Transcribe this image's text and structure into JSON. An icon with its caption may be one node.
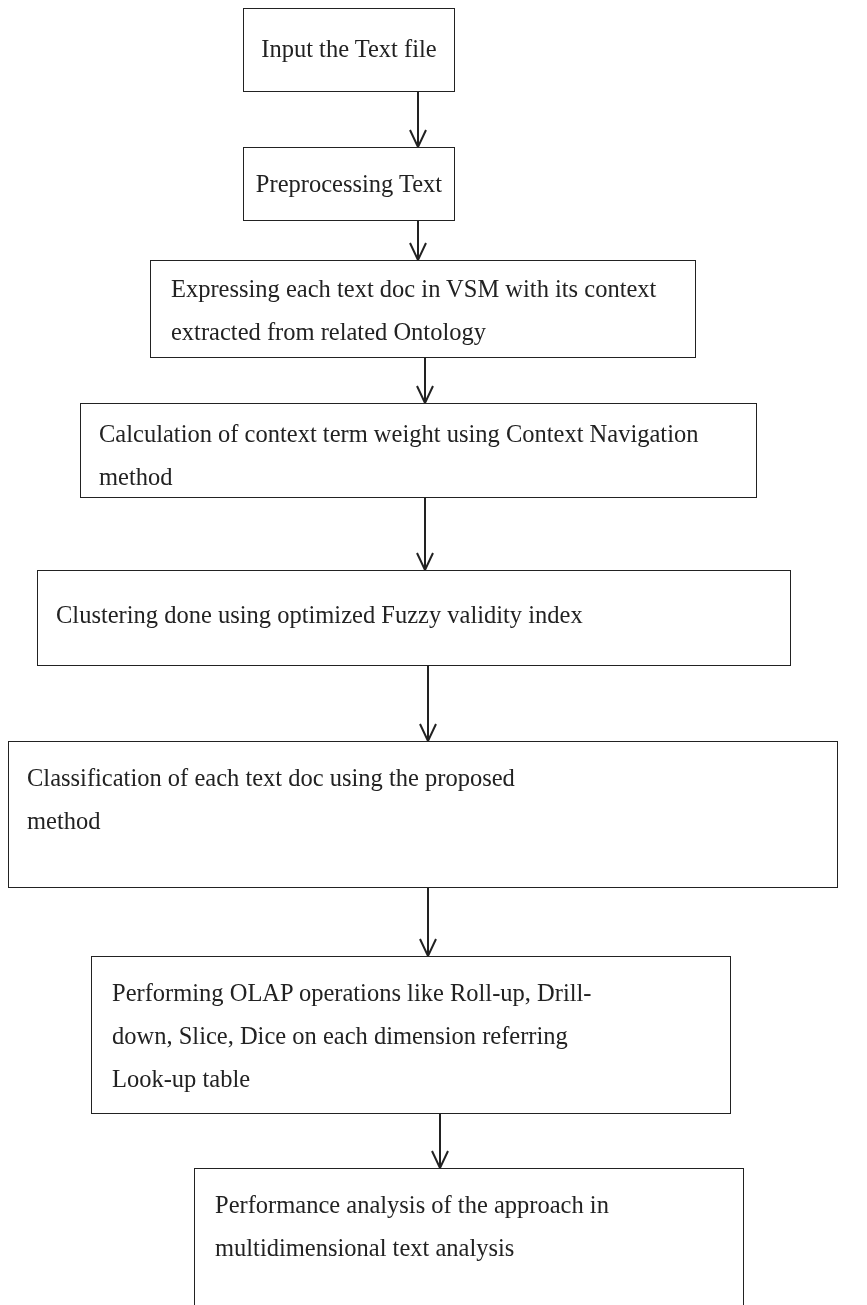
{
  "diagram": {
    "nodes": [
      {
        "text": [
          "Input the Text file"
        ]
      },
      {
        "text": [
          "Preprocessing Text"
        ]
      },
      {
        "text": [
          "Expressing each text doc in VSM with its context extracted from related Ontology"
        ]
      },
      {
        "text": [
          "Calculation of context term weight using Context Navigation method"
        ]
      },
      {
        "text": [
          "Clustering done using optimized Fuzzy validity index"
        ]
      },
      {
        "text": [
          "Classification of each text doc using the proposed method"
        ]
      },
      {
        "text": [
          "Performing OLAP operations like Roll-up, Drill-down, Slice, Dice on each dimension referring Look-up table"
        ]
      },
      {
        "text": [
          "Performance analysis of the approach in multidimensional text analysis"
        ]
      }
    ],
    "edges": [
      {
        "from": 0,
        "to": 1,
        "arrow": "to"
      },
      {
        "from": 1,
        "to": 2,
        "arrow": "to"
      },
      {
        "from": 2,
        "to": 3,
        "arrow": "to"
      },
      {
        "from": 3,
        "to": 4,
        "arrow": "to"
      },
      {
        "from": 4,
        "to": 5,
        "arrow": "to"
      },
      {
        "from": 5,
        "to": 6,
        "arrow": "to"
      },
      {
        "from": 6,
        "to": 7,
        "arrow": "to"
      }
    ]
  }
}
